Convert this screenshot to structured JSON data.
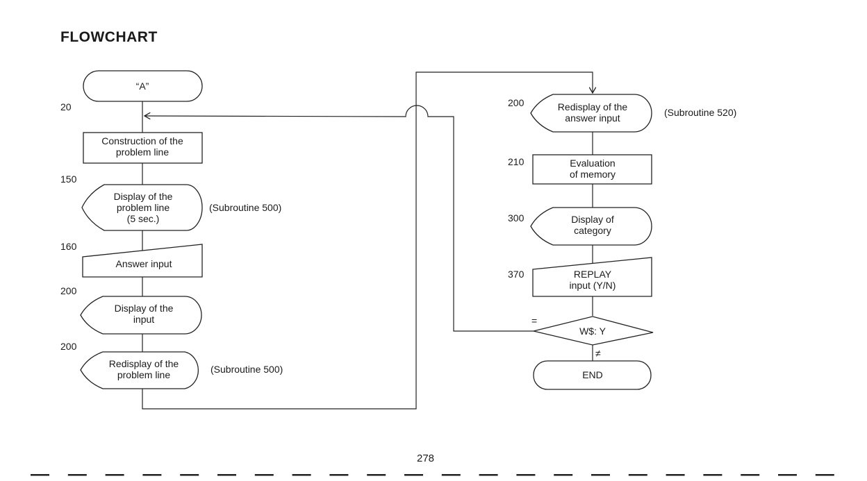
{
  "title": "FLOWCHART",
  "page_number": "278",
  "nodes": {
    "start": {
      "line": "",
      "lines": [
        "“A”"
      ]
    },
    "construct": {
      "line": "20",
      "lines": [
        "Construction of the",
        "problem line"
      ]
    },
    "display_problem": {
      "line": "150",
      "lines": [
        "Display of the",
        "problem line",
        "(5 sec.)"
      ],
      "note": "(Subroutine 500)"
    },
    "answer_input": {
      "line": "160",
      "lines": [
        "Answer input"
      ]
    },
    "display_input": {
      "line": "200",
      "lines": [
        "Display of the",
        "input"
      ]
    },
    "redisplay_problem": {
      "line": "200",
      "lines": [
        "Redisplay of the",
        "problem line"
      ],
      "note": "(Subroutine 500)"
    },
    "redisplay_answer": {
      "line": "200",
      "lines": [
        "Redisplay of the",
        "answer input"
      ],
      "note": "(Subroutine 520)"
    },
    "evaluation": {
      "line": "210",
      "lines": [
        "Evaluation",
        "of memory"
      ]
    },
    "display_category": {
      "line": "300",
      "lines": [
        "Display of",
        "category"
      ]
    },
    "replay_input": {
      "line": "370",
      "lines": [
        "REPLAY",
        "input (Y/N)"
      ]
    },
    "decision": {
      "lines": [
        "W$: Y"
      ],
      "yes_label": "=",
      "no_label": "≠"
    },
    "end": {
      "lines": [
        "END"
      ]
    }
  }
}
